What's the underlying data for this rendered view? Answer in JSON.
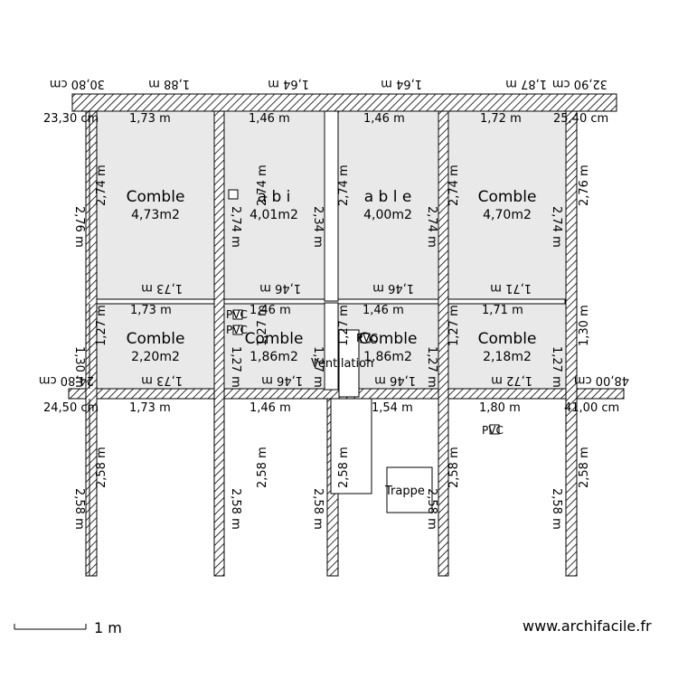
{
  "rooms": [
    {
      "name": "Comble",
      "area": "4,73m2"
    },
    {
      "name": "a  b  i",
      "area": "4,01m2"
    },
    {
      "name": "a  b  l  e",
      "area": "4,00m2"
    },
    {
      "name": "Comble",
      "area": "4,70m2"
    },
    {
      "name": "Comble",
      "area": "2,20m2"
    },
    {
      "name": "Comble",
      "area": "1,86m2"
    },
    {
      "name": "Comble",
      "area": "1,86m2"
    },
    {
      "name": "Comble",
      "area": "2,18m2"
    }
  ],
  "top_flipped": [
    "30,80 cm",
    "1,88 m",
    "1,64 m",
    "1,64 m",
    "1,87 m",
    "32,90 cm"
  ],
  "top_row": [
    "23,30 cm",
    "1,73 m",
    "1,46 m",
    "1,46 m",
    "1,72 m",
    "25,40 cm"
  ],
  "mid_flipped": [
    "1,73 m",
    "1,46 m",
    "1,46 m",
    "1,71 m"
  ],
  "mid_row": [
    "1,73 m",
    "1,46 m",
    "1,46 m",
    "1,71 m"
  ],
  "low_flipped": [
    "24,80 cm",
    "1,73 m",
    "1,46 m",
    "1,46 m",
    "1,72 m",
    "48,00 cm"
  ],
  "bottom_row": [
    "24,50 cm",
    "1,73 m",
    "1,46 m",
    "1,54 m",
    "1,80 m",
    "41,00 cm"
  ],
  "vert_top": [
    "2,76 m",
    "2,74 m",
    "2,74 m",
    "2,74 m",
    "2,34 m",
    "2,74 m",
    "2,74 m",
    "2,74 m",
    "2,74 m",
    "2,76 m"
  ],
  "vert_mid": [
    "1,30 m",
    "1,27 m",
    "1,27 m",
    "1,27 m",
    "1,27 m",
    "1,27 m",
    "1,27 m",
    "1,27 m",
    "1,27 m",
    "1,30 m"
  ],
  "vert_bottom": [
    "2,58 m",
    "2,58 m",
    "2,58 m",
    "2,58 m",
    "2,58 m",
    "2,58 m",
    "2,58 m",
    "2,58 m",
    "2,58 m",
    "2,58 m"
  ],
  "markers": {
    "pvc": "PVC",
    "ventilation": "Ventilation",
    "trappe": "Trappe"
  },
  "scale_label": "1 m",
  "watermark": "www.archifacile.fr"
}
